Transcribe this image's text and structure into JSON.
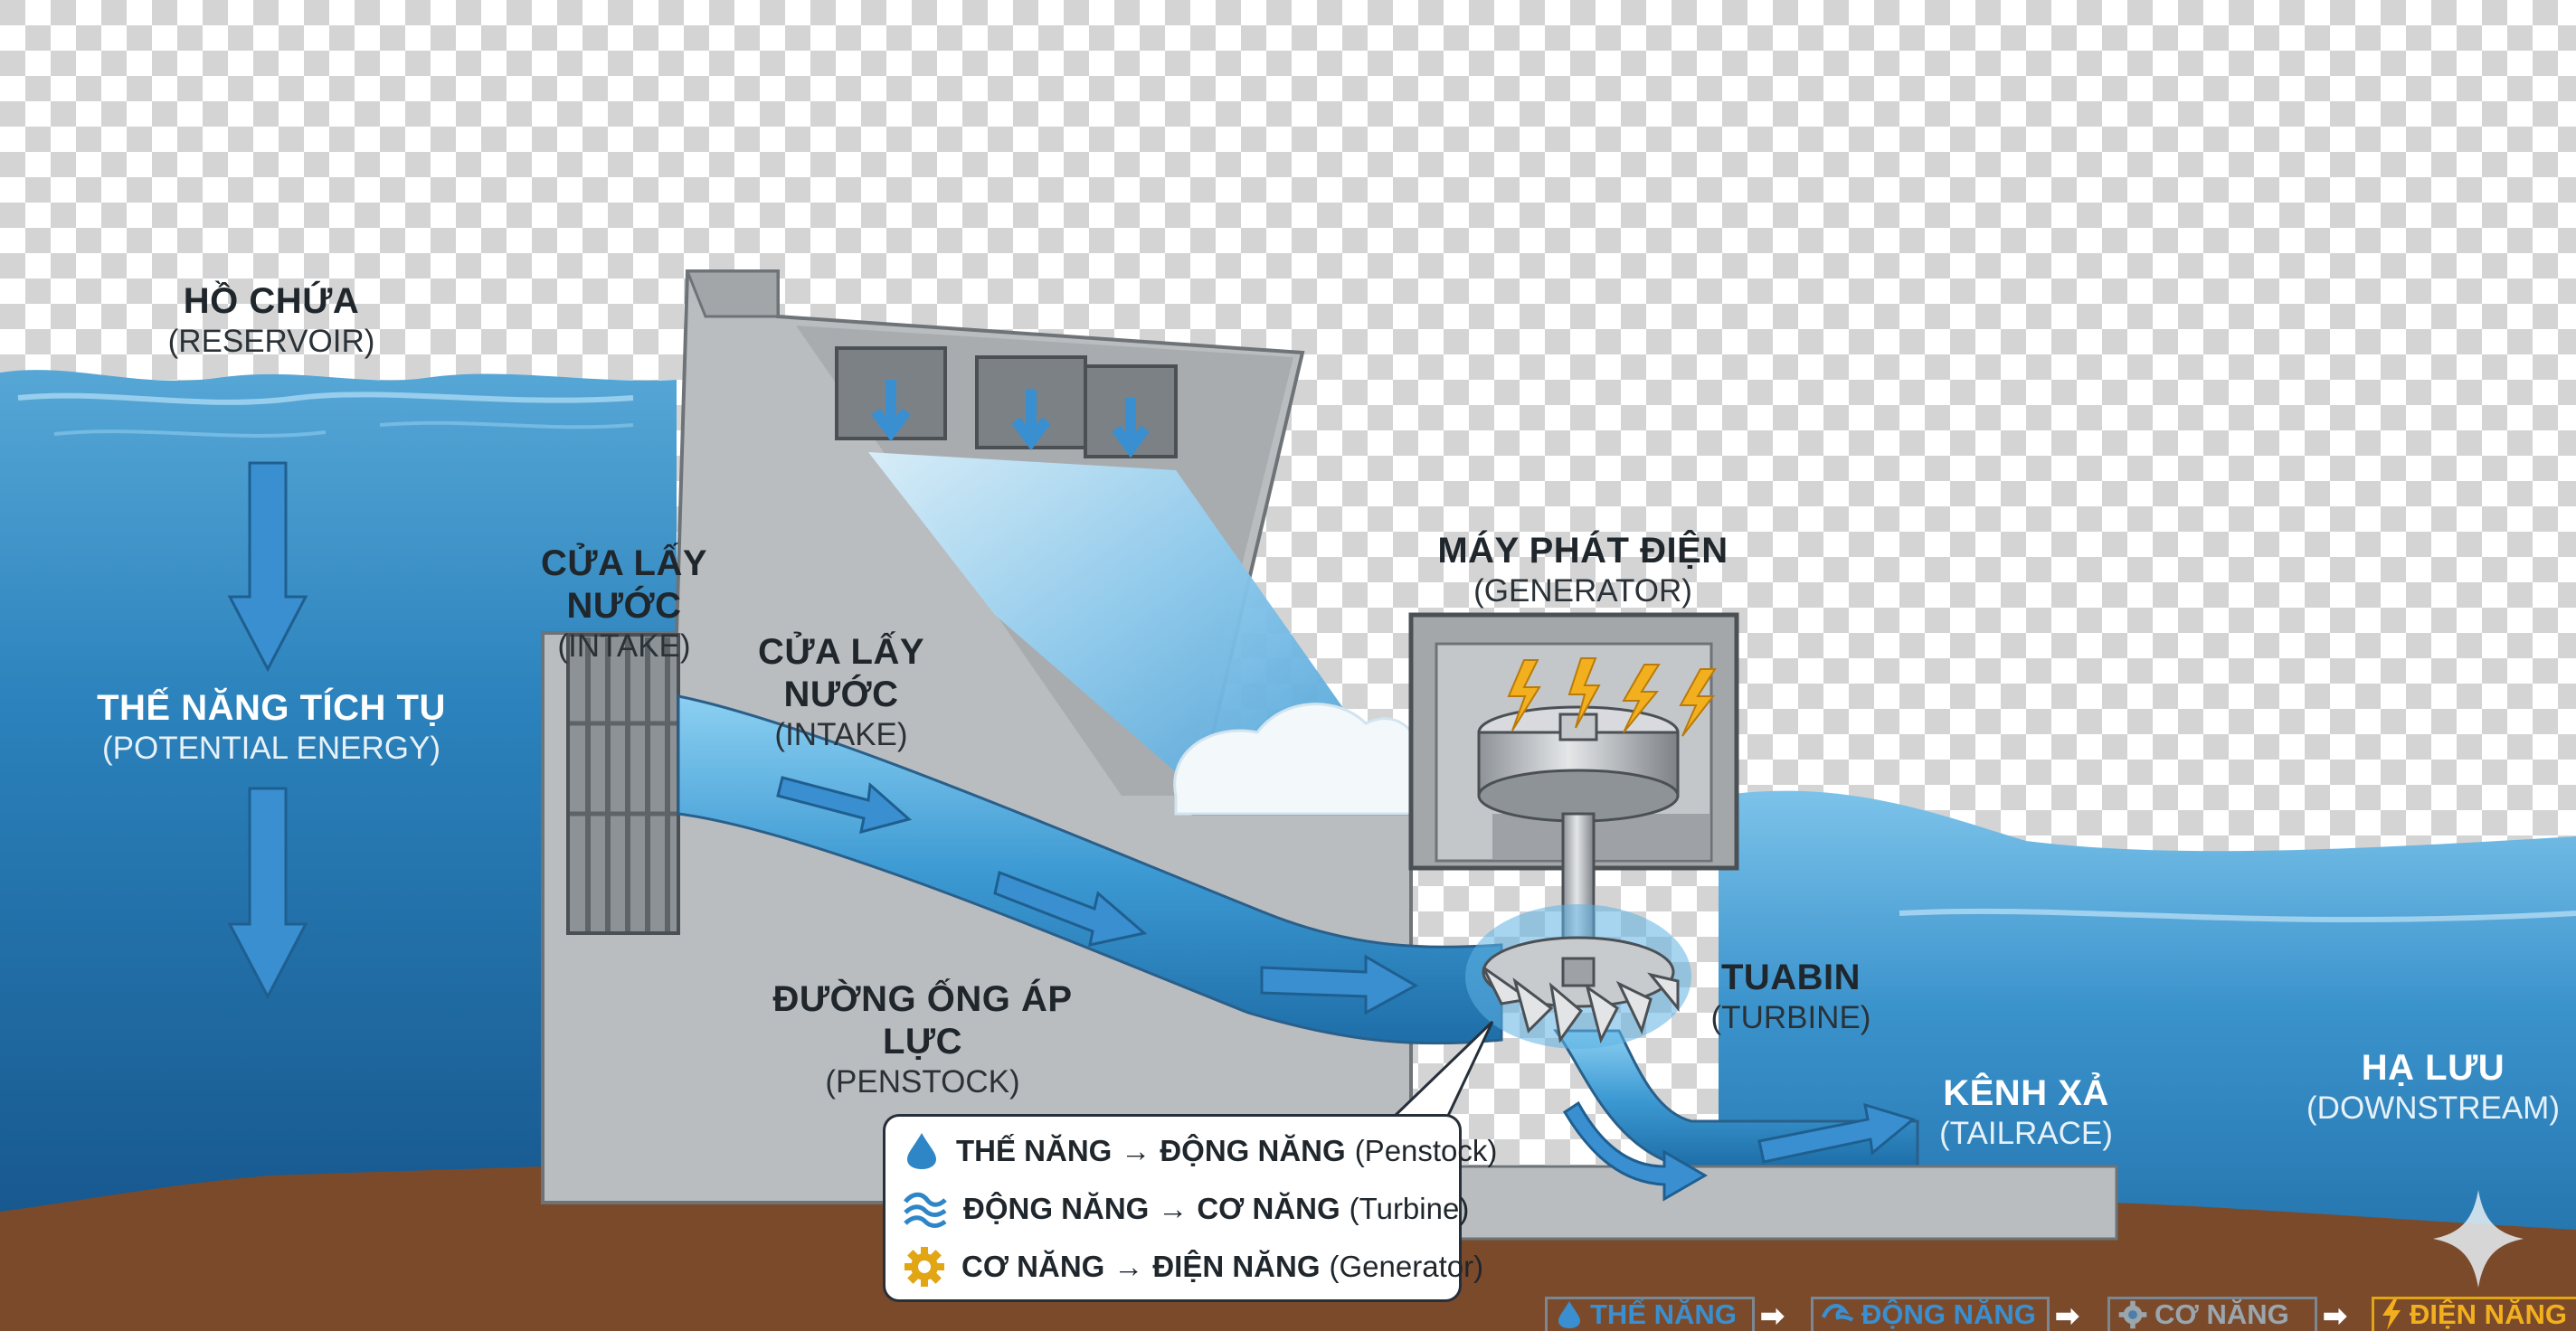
{
  "labels": {
    "reservoir": {
      "title": "HỒ CHỨA",
      "sub": "(RESERVOIR)"
    },
    "intake_outer": {
      "title": "CỬA LẤY NƯỚC",
      "sub": "(INTAKE)"
    },
    "intake_inner": {
      "title": "CỬA LẤY NƯỚC",
      "sub": "(INTAKE)"
    },
    "generator": {
      "title": "MÁY PHÁT ĐIỆN",
      "sub": "(GENERATOR)"
    },
    "potential": {
      "title": "THẾ NĂNG TÍCH TỤ",
      "sub": "(POTENTIAL ENERGY)"
    },
    "penstock": {
      "title": "ĐƯỜNG ỐNG ÁP LỰC",
      "sub": "(PENSTOCK)"
    },
    "turbine": {
      "title": "TUABIN",
      "sub": "(TURBINE)"
    },
    "tailrace": {
      "title": "KÊNH XẢ",
      "sub": "(TAILRACE)"
    },
    "downstream": {
      "title": "HẠ LƯU",
      "sub": "(DOWNSTREAM)"
    }
  },
  "callout": {
    "rows": [
      {
        "from": "THẾ NĂNG",
        "to": "ĐỘNG NĂNG",
        "stage": "(Penstock)",
        "icon": "water-drop-icon"
      },
      {
        "from": "ĐỘNG NĂNG",
        "to": "CƠ NĂNG",
        "stage": "(Turbine)",
        "icon": "waves-icon"
      },
      {
        "from": "CƠ NĂNG",
        "to": "ĐIỆN NĂNG",
        "stage": "(Generator)",
        "icon": "gear-icon"
      }
    ],
    "arrow": "→"
  },
  "flow_bar": {
    "items": [
      {
        "label": "THẾ NĂNG",
        "icon": "water-drop-icon"
      },
      {
        "label": "ĐỘNG NĂNG",
        "icon": "wave-icon"
      },
      {
        "label": "CƠ NĂNG",
        "icon": "gear-icon"
      },
      {
        "label": "ĐIỆN NĂNG",
        "icon": "lightning-icon"
      }
    ],
    "arrow": "➡"
  },
  "colors": {
    "reservoir_water": "#2f86bd",
    "deep_water": "#1b5f92",
    "concrete": "#b9bcbe",
    "concrete_dark": "#8d9194",
    "earth": "#7b4a2a",
    "flow_arrow": "#3a8fd0",
    "spark": "#f2b01e"
  }
}
